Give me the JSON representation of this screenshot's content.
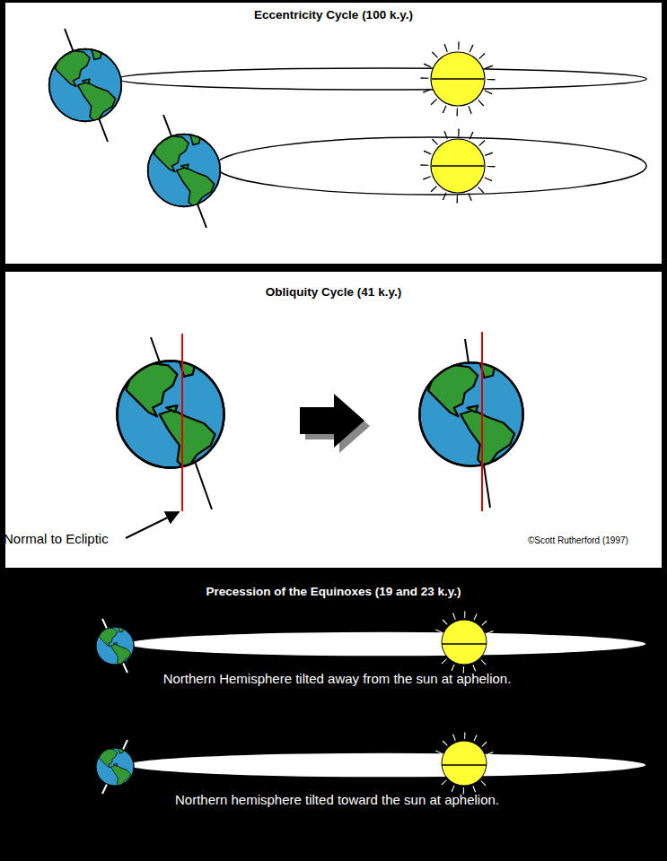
{
  "diagram": {
    "nodes": [
      {
        "text": [
          "Eccentricity Cycle (100 k.y.)"
        ]
      },
      {
        "text": [
          "Obliquity Cycle (41 k.y.)"
        ]
      },
      {
        "text": [
          "Precession of the Equinoxes (19 and 23 k.y.)"
        ]
      }
    ],
    "labels": [
      "Normal to Ecliptic",
      "©Scott Rutherford (1997)",
      "Northern Hemisphere tilted away from the sun at aphelion.",
      "Northern hemisphere tilted toward the sun at aphelion."
    ]
  }
}
